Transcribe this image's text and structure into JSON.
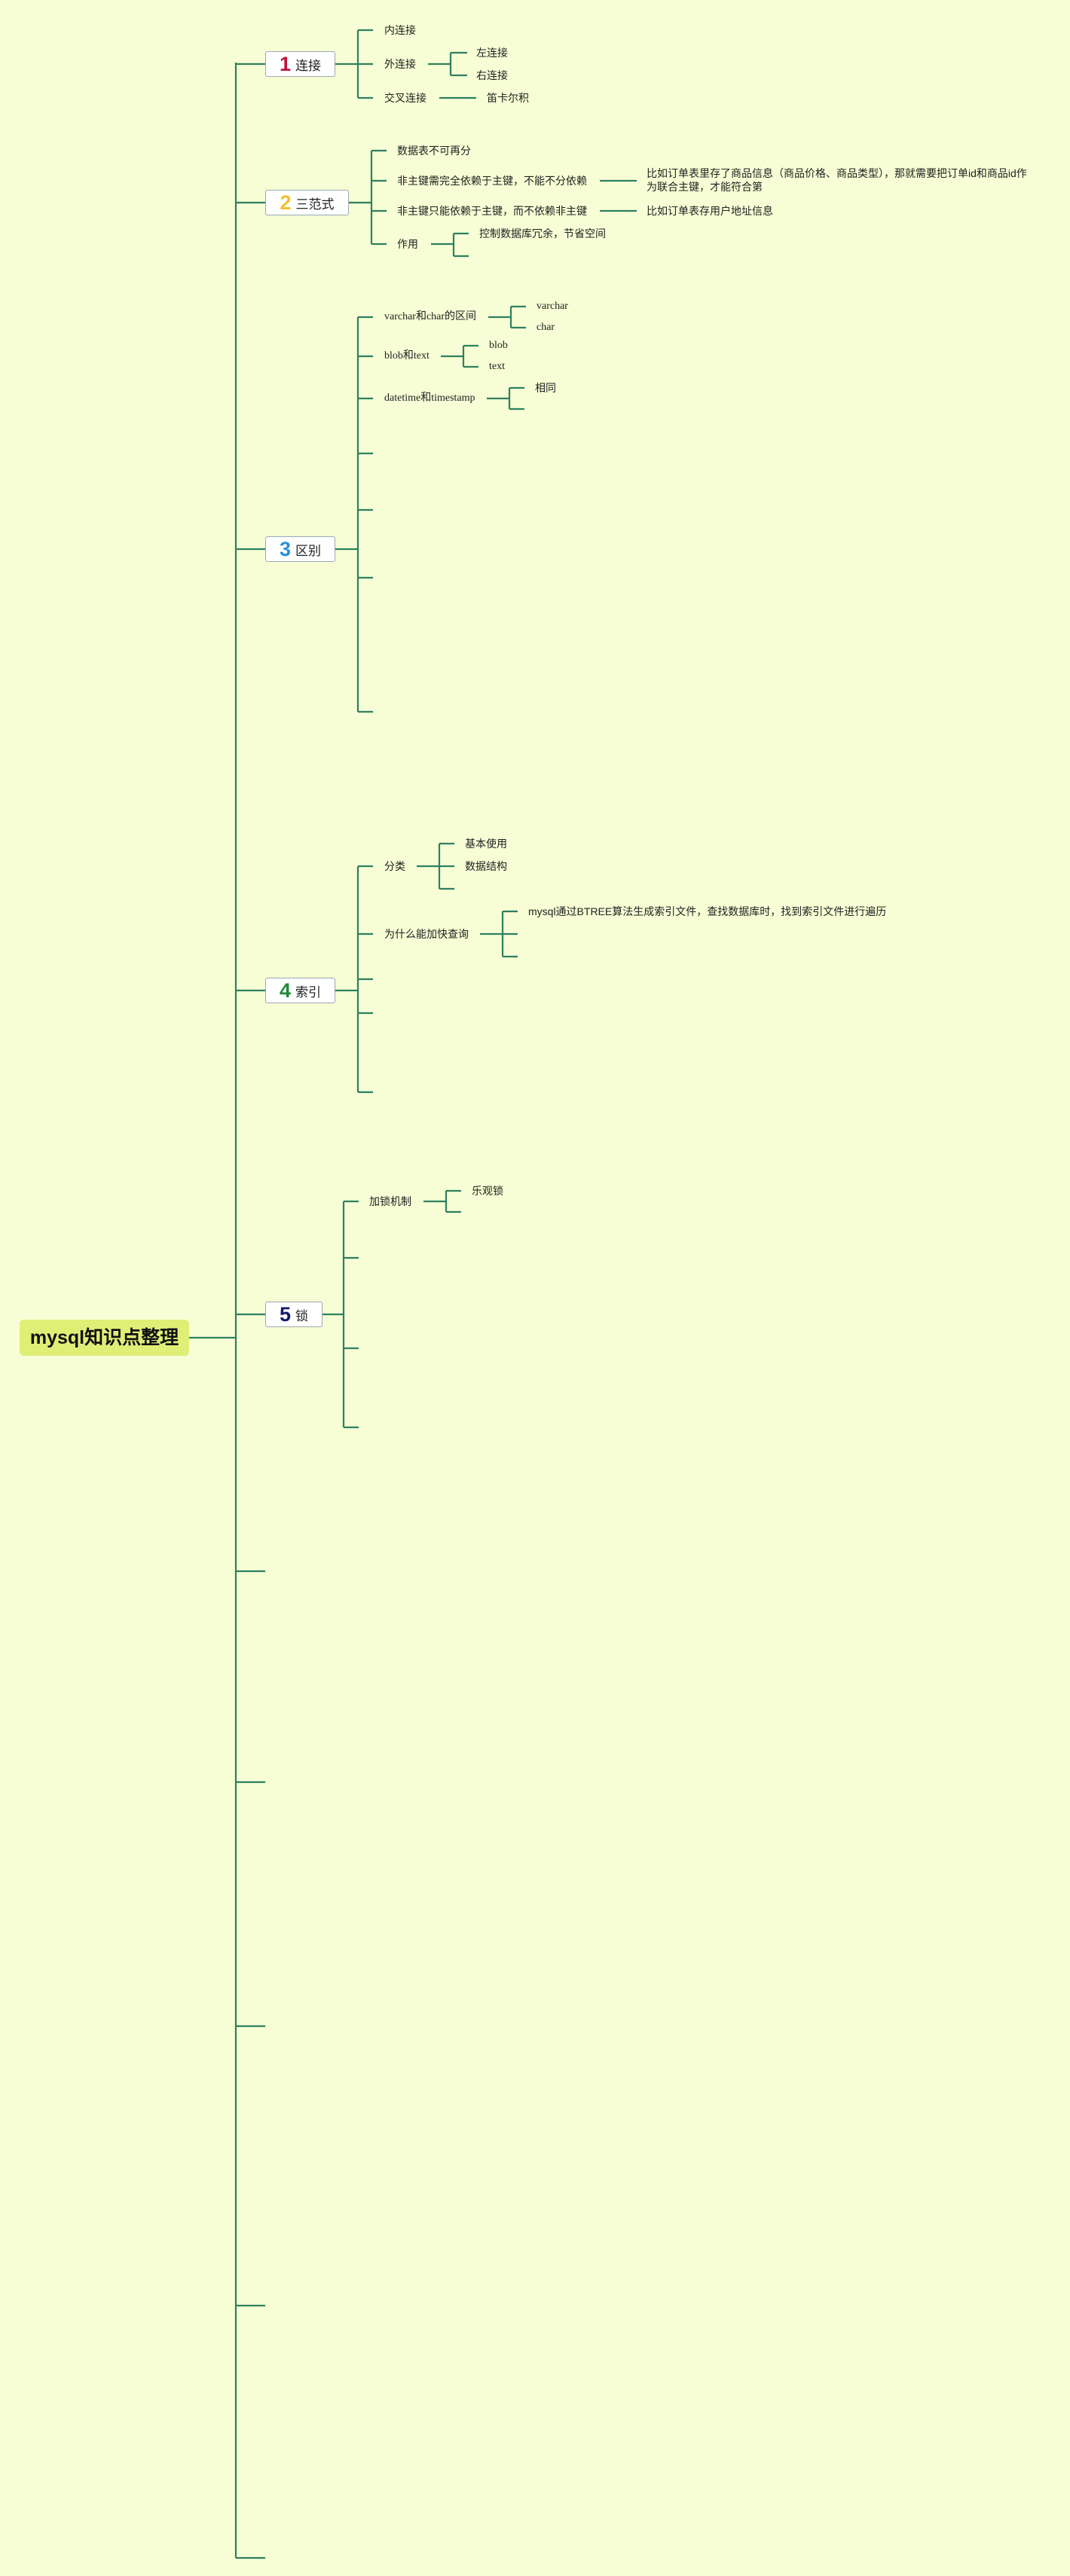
{
  "root": {
    "label": "mysql知识点整理"
  },
  "colors": {
    "background": "#f7fdd4",
    "line": "#2e8061",
    "root_fill": "#dfef76",
    "num1": "#c0143c",
    "num2": "#f2c12e",
    "num3": "#2b8fd6",
    "num4": "#1f8a3a",
    "num5": "#141a6b"
  },
  "topics": [
    {
      "num": "1",
      "label": "连接",
      "children": [
        {
          "label": "内连接"
        },
        {
          "label": "外连接",
          "children": [
            {
              "label": "左连接"
            },
            {
              "label": "右连接"
            }
          ]
        },
        {
          "label": "交叉连接",
          "children": [
            {
              "label": "笛卡尔积"
            }
          ]
        }
      ]
    },
    {
      "num": "2",
      "label": "三范式",
      "children": [
        {
          "label": "数据表不可再分"
        },
        {
          "label": "非主键需完全依赖于主键，不能不分依赖",
          "children": [
            {
              "label": "比如订单表里存了商品信息（商品价格、商品类型），那就需要把订单id和商品id作为联合主键，才能符合第"
            }
          ]
        },
        {
          "label": "非主键只能依赖于主键，而不依赖非主键",
          "children": [
            {
              "label": "比如订单表存用户地址信息"
            }
          ]
        },
        {
          "label": "作用",
          "children": [
            {
              "label": "控制数据库冗余，节省空间"
            }
          ]
        }
      ]
    },
    {
      "num": "3",
      "label": "区别",
      "children": [
        {
          "label": "varchar和char的区间",
          "children": [
            {
              "label": "varchar"
            },
            {
              "label": "char"
            }
          ]
        },
        {
          "label": "blob和text",
          "children": [
            {
              "label": "blob"
            },
            {
              "label": "text"
            }
          ]
        },
        {
          "label": "datetime和timestamp",
          "children": [
            {
              "label": "相同"
            }
          ]
        }
      ]
    },
    {
      "num": "4",
      "label": "索引",
      "children": [
        {
          "label": "分类",
          "children": [
            {
              "label": "基本使用"
            },
            {
              "label": "数据结构"
            }
          ]
        },
        {
          "label": "为什么能加快查询",
          "children": [
            {
              "label": "mysql通过BTREE算法生成索引文件，查找数据库时，找到索引文件进行遍历"
            }
          ]
        }
      ]
    },
    {
      "num": "5",
      "label": "锁",
      "children": [
        {
          "label": "加锁机制",
          "children": [
            {
              "label": "乐观锁"
            }
          ]
        }
      ]
    }
  ]
}
